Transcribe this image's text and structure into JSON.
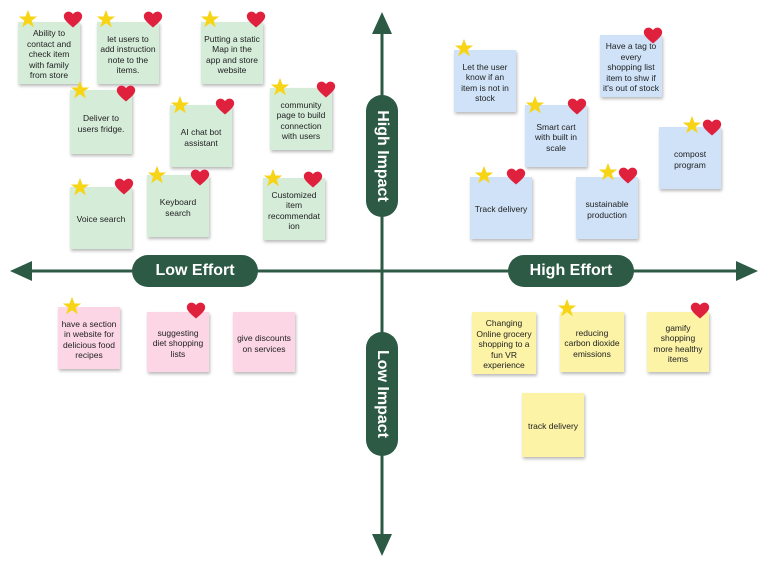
{
  "labels": {
    "high_impact": "High Impact",
    "low_impact": "Low Impact",
    "low_effort": "Low Effort",
    "high_effort": "High Effort"
  },
  "colors": {
    "axis": "#2d5a45",
    "green_note": "#d5ecd9",
    "blue_note": "#cfe2f8",
    "pink_note": "#fcd6e5",
    "yellow_note": "#fcf3a6",
    "star": "#f7d416",
    "heart": "#e0213d"
  },
  "notes": [
    {
      "text": "Ability to contact and check item with family from store",
      "quadrant": "high-impact-low-effort",
      "color": "green",
      "star": true,
      "heart": true
    },
    {
      "text": "let users to add instruction note to the items.",
      "quadrant": "high-impact-low-effort",
      "color": "green",
      "star": true,
      "heart": true
    },
    {
      "text": "Putting a static Map in the app and store website",
      "quadrant": "high-impact-low-effort",
      "color": "green",
      "star": true,
      "heart": true
    },
    {
      "text": "Deliver to users fridge.",
      "quadrant": "high-impact-low-effort",
      "color": "green",
      "star": true,
      "heart": true
    },
    {
      "text": "AI chat bot assistant",
      "quadrant": "high-impact-low-effort",
      "color": "green",
      "star": true,
      "heart": true
    },
    {
      "text": "community page to build connection with users",
      "quadrant": "high-impact-low-effort",
      "color": "green",
      "star": true,
      "heart": true
    },
    {
      "text": "Voice search",
      "quadrant": "high-impact-low-effort",
      "color": "green",
      "star": true,
      "heart": true
    },
    {
      "text": "Keyboard search",
      "quadrant": "high-impact-low-effort",
      "color": "green",
      "star": true,
      "heart": true
    },
    {
      "text": "Customized item recommendat ion",
      "quadrant": "high-impact-low-effort",
      "color": "green",
      "star": true,
      "heart": true
    },
    {
      "text": "Let the user know if an item is not in stock",
      "quadrant": "high-impact-high-effort",
      "color": "blue",
      "star": true,
      "heart": false
    },
    {
      "text": "Have a tag to every shopping list item to shw if it's out of stock",
      "quadrant": "high-impact-high-effort",
      "color": "blue",
      "star": false,
      "heart": true
    },
    {
      "text": "Smart cart with built in scale",
      "quadrant": "high-impact-high-effort",
      "color": "blue",
      "star": true,
      "heart": true
    },
    {
      "text": "compost program",
      "quadrant": "high-impact-high-effort",
      "color": "blue",
      "star": true,
      "heart": true
    },
    {
      "text": "Track delivery",
      "quadrant": "high-impact-high-effort",
      "color": "blue",
      "star": true,
      "heart": true
    },
    {
      "text": "sustainable production",
      "quadrant": "high-impact-high-effort",
      "color": "blue",
      "star": true,
      "heart": true
    },
    {
      "text": "have a section in website for delicious food recipes",
      "quadrant": "low-impact-low-effort",
      "color": "pink",
      "star": true,
      "heart": false
    },
    {
      "text": "suggesting diet shopping lists",
      "quadrant": "low-impact-low-effort",
      "color": "pink",
      "star": false,
      "heart": true
    },
    {
      "text": "give discounts on services",
      "quadrant": "low-impact-low-effort",
      "color": "pink",
      "star": false,
      "heart": false
    },
    {
      "text": "Changing Online grocery shopping to a fun VR experience",
      "quadrant": "low-impact-high-effort",
      "color": "yellow",
      "star": false,
      "heart": false
    },
    {
      "text": "reducing carbon dioxide emissions",
      "quadrant": "low-impact-high-effort",
      "color": "yellow",
      "star": true,
      "heart": false
    },
    {
      "text": "gamify shopping more healthy items",
      "quadrant": "low-impact-high-effort",
      "color": "yellow",
      "star": false,
      "heart": true
    },
    {
      "text": "track delivery",
      "quadrant": "low-impact-high-effort",
      "color": "yellow",
      "star": false,
      "heart": false
    }
  ]
}
